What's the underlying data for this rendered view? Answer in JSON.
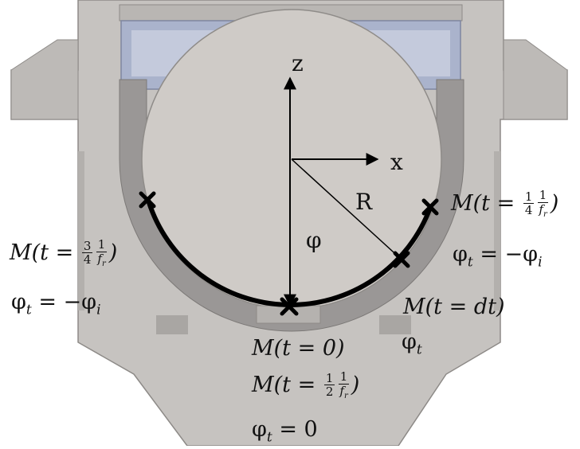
{
  "axes": {
    "z_label": "z",
    "x_label": "x",
    "radius_label": "R",
    "angle_label": "φ"
  },
  "points": {
    "bottom": {
      "line1": "M(t = 0)",
      "line2_pre": "M(t = ",
      "line2_frac_a_num": "1",
      "line2_frac_a_den": "2",
      "line2_frac_b_num": "1",
      "line2_frac_b_den": "f",
      "line2_frac_b_den_sub": "r",
      "line2_post": ")",
      "phi": "φ",
      "phi_sub": "t",
      "phi_value": " = 0"
    },
    "dt": {
      "line1": "M(t = dt)",
      "phi": "φ",
      "phi_sub": "t"
    },
    "right_quarter": {
      "line1_pre": "M(t = ",
      "frac_a_num": "1",
      "frac_a_den": "4",
      "frac_b_num": "1",
      "frac_b_den": "f",
      "frac_b_den_sub": "r",
      "line1_post": ")",
      "phi": "φ",
      "phi_sub": "t",
      "phi_value_pre": " = −φ",
      "phi_value_sub": "i"
    },
    "left_three_quarter": {
      "line1_pre": "M(t = ",
      "frac_a_num": "3",
      "frac_a_den": "4",
      "frac_b_num": "1",
      "frac_b_den": "f",
      "frac_b_den_sub": "r",
      "line1_post": ")",
      "phi": "φ",
      "phi_sub": "t",
      "phi_value_pre": " = −φ",
      "phi_value_sub": "i"
    }
  },
  "colors": {
    "housing": "#c6c3c0",
    "housing_dark": "#a9a6a3",
    "shell": "#9a9796",
    "drum": "#cfcbc7",
    "seal": "#aab3cc",
    "trajectory": "#000000"
  }
}
